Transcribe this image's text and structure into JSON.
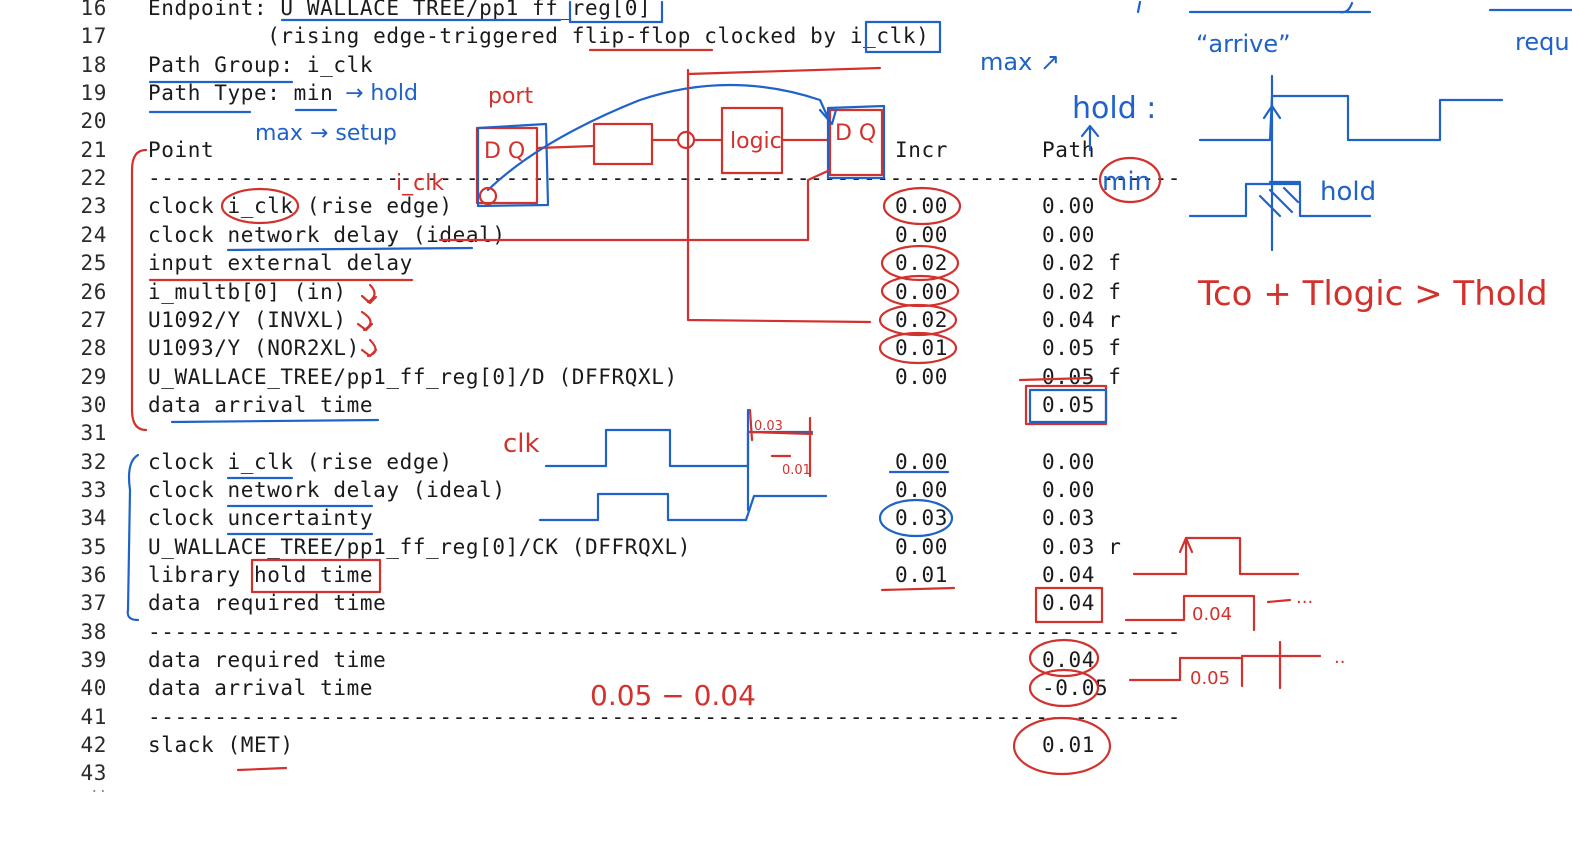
{
  "report": {
    "lines": [
      {
        "num": "16",
        "text": "Endpoint: U_WALLACE_TREE/pp1_ff_reg[0]",
        "incr": "",
        "path": ""
      },
      {
        "num": "17",
        "text": "         (rising edge-triggered flip-flop clocked by i_clk)",
        "incr": "",
        "path": ""
      },
      {
        "num": "18",
        "text": "Path Group: i_clk",
        "incr": "",
        "path": ""
      },
      {
        "num": "19",
        "text": "Path Type: min",
        "incr": "",
        "path": ""
      },
      {
        "num": "20",
        "text": "",
        "incr": "",
        "path": ""
      },
      {
        "num": "21",
        "text": "Point",
        "incr": "Incr",
        "path": "Path"
      },
      {
        "num": "22",
        "text": "------------------------------------------------------------------------------",
        "incr": "",
        "path": ""
      },
      {
        "num": "23",
        "text": "clock i_clk (rise edge)",
        "incr": "0.00",
        "path": "0.00"
      },
      {
        "num": "24",
        "text": "clock network delay (ideal)",
        "incr": "0.00",
        "path": "0.00"
      },
      {
        "num": "25",
        "text": "input external delay",
        "incr": "0.02",
        "path": "0.02 f"
      },
      {
        "num": "26",
        "text": "i_multb[0] (in)",
        "incr": "0.00",
        "path": "0.02 f"
      },
      {
        "num": "27",
        "text": "U1092/Y (INVXL)",
        "incr": "0.02",
        "path": "0.04 r"
      },
      {
        "num": "28",
        "text": "U1093/Y (NOR2XL)",
        "incr": "0.01",
        "path": "0.05 f"
      },
      {
        "num": "29",
        "text": "U_WALLACE_TREE/pp1_ff_reg[0]/D (DFFRQXL)",
        "incr": "0.00",
        "path": "0.05 f"
      },
      {
        "num": "30",
        "text": "data arrival time",
        "incr": "",
        "path": "0.05"
      },
      {
        "num": "31",
        "text": "",
        "incr": "",
        "path": ""
      },
      {
        "num": "32",
        "text": "clock i_clk (rise edge)",
        "incr": "0.00",
        "path": "0.00"
      },
      {
        "num": "33",
        "text": "clock network delay (ideal)",
        "incr": "0.00",
        "path": "0.00"
      },
      {
        "num": "34",
        "text": "clock uncertainty",
        "incr": "0.03",
        "path": "0.03"
      },
      {
        "num": "35",
        "text": "U_WALLACE_TREE/pp1_ff_reg[0]/CK (DFFRQXL)",
        "incr": "0.00",
        "path": "0.03 r"
      },
      {
        "num": "36",
        "text": "library hold time",
        "incr": "0.01",
        "path": "0.04"
      },
      {
        "num": "37",
        "text": "data required time",
        "incr": "",
        "path": "0.04"
      },
      {
        "num": "38",
        "text": "------------------------------------------------------------------------------",
        "incr": "",
        "path": ""
      },
      {
        "num": "39",
        "text": "data required time",
        "incr": "",
        "path": "0.04"
      },
      {
        "num": "40",
        "text": "data arrival time",
        "incr": "",
        "path": "-0.05"
      },
      {
        "num": "41",
        "text": "------------------------------------------------------------------------------",
        "incr": "",
        "path": ""
      },
      {
        "num": "42",
        "text": "slack (MET)",
        "incr": "",
        "path": "0.01"
      },
      {
        "num": "43",
        "text": "",
        "incr": "",
        "path": ""
      }
    ]
  },
  "annotations": {
    "hold_arrow": "→ hold",
    "setup_note": "max → setup",
    "port": "port",
    "dq": "D Q",
    "logic": "logic",
    "iclk": "i_clk",
    "clk": "clk",
    "max": "max ↗",
    "arrive": "“arrive”",
    "requ": "requ",
    "hold_colon": "hold :",
    "min": "min",
    "hold": "hold",
    "formula": "Tco + Tlogic > Thold",
    "delta": "0.05 − 0.04",
    "v003": "0.03",
    "v001": "0.01",
    "v004": "0.04",
    "v005": "0.05"
  }
}
